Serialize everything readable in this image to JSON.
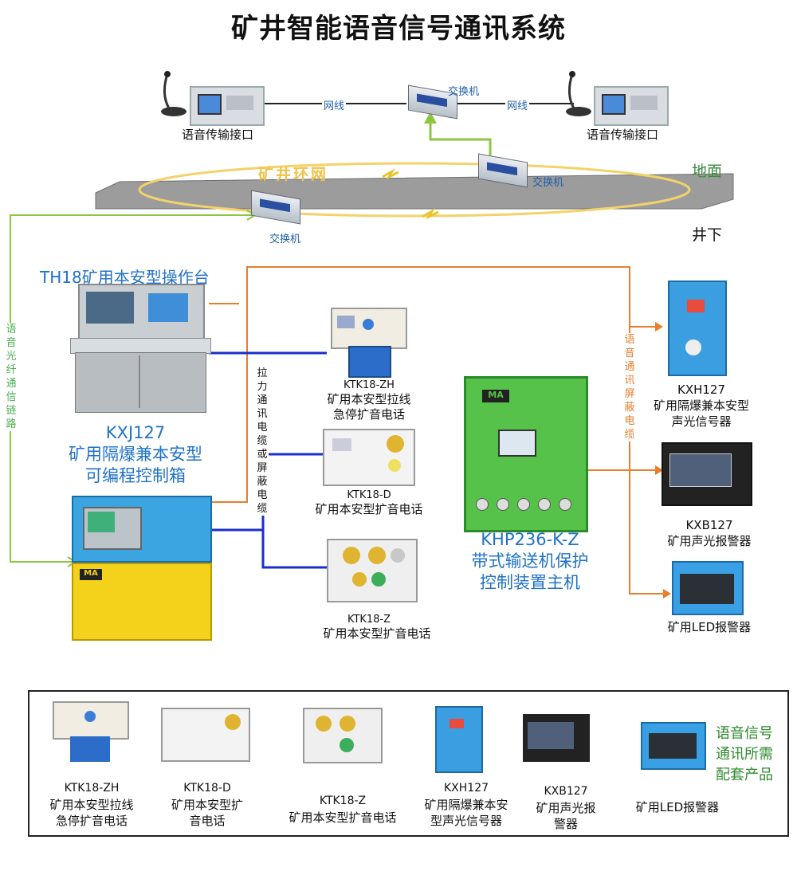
{
  "title": "矿井智能语音信号通讯系统",
  "network": {
    "left_terminal": "语音传输接口",
    "right_terminal": "语音传输接口",
    "switch_top": "交换机",
    "switch_mid": "交换机",
    "switch_low": "交换机",
    "cable_left": "网线",
    "cable_right": "网线",
    "ring": "矿井环网",
    "ground": "地面",
    "underground": "井下"
  },
  "left_column": {
    "console_title": "TH18矿用本安型操作台",
    "fiber_link": "语音光纤通信链路",
    "controller_model": "KXJ127",
    "controller_name_1": "矿用隔爆兼本安型",
    "controller_name_2": "可编程控制箱"
  },
  "cable_vertical": "拉力通讯电缆或屏蔽电缆",
  "shield_vertical": "语音通讯屏蔽电缆",
  "phones": [
    {
      "model": "KTK18-ZH",
      "line1": "矿用本安型拉线",
      "line2": "急停扩音电话"
    },
    {
      "model": "KTK18-D",
      "line1": "矿用本安型扩音电话",
      "line2": ""
    },
    {
      "model": "KTK18-Z",
      "line1": "矿用本安型扩音电话",
      "line2": ""
    }
  ],
  "host": {
    "model": "KHP236-K-Z",
    "line1": "带式输送机保护",
    "line2": "控制装置主机",
    "logo": "MA"
  },
  "right_devices": [
    {
      "model": "KXH127",
      "line1": "矿用隔爆兼本安型",
      "line2": "声光信号器"
    },
    {
      "model": "KXB127",
      "line1": "矿用声光报警器",
      "line2": ""
    },
    {
      "model": "",
      "line1": "矿用LED报警器",
      "line2": ""
    }
  ],
  "bottom_panel": {
    "heading": [
      "语音信号",
      "通讯所需",
      "配套产品"
    ],
    "items": [
      {
        "model": "KTK18-ZH",
        "lines": [
          "矿用本安型拉线",
          "急停扩音电话"
        ]
      },
      {
        "model": "KTK18-D",
        "lines": [
          "矿用本安型扩",
          "音电话"
        ]
      },
      {
        "model": "KTK18-Z",
        "lines": [
          "矿用本安型扩音电话"
        ]
      },
      {
        "model": "KXH127",
        "lines": [
          "矿用隔爆兼本安",
          "型声光信号器"
        ]
      },
      {
        "model": "KXB127",
        "lines": [
          "矿用声光报",
          "警器"
        ]
      },
      {
        "model": "",
        "lines": [
          "矿用LED报警器"
        ]
      }
    ]
  },
  "colors": {
    "orange_line": "#e87d2c",
    "blue_line": "#1a2fc9",
    "green_line": "#8cc63f",
    "ring_color": "#f3d26a",
    "ring_text": "#f0c24a",
    "band": "#9a9a9a",
    "title_blue": "#1f72c8"
  }
}
